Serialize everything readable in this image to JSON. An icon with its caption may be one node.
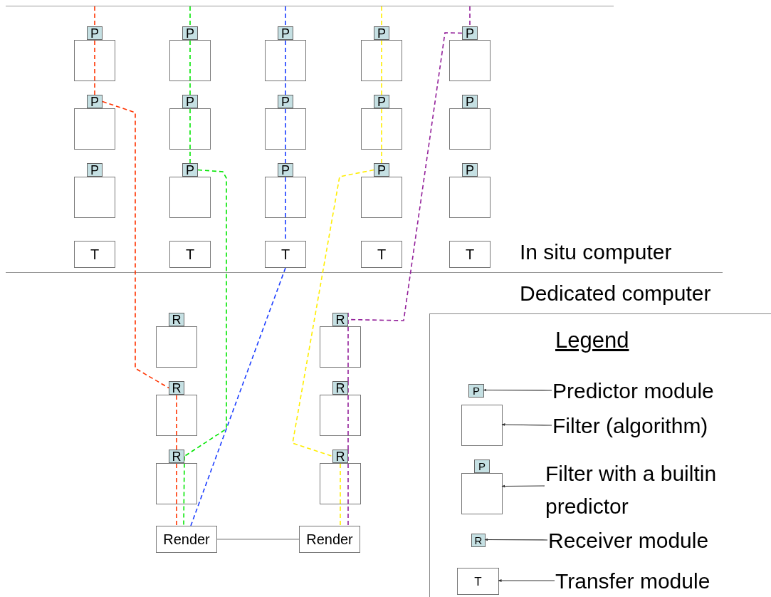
{
  "diagram": {
    "nodes": [
      {
        "text": [
          "P"
        ]
      },
      {
        "text": [
          "P"
        ]
      },
      {
        "text": [
          "P"
        ]
      },
      {
        "text": [
          "P"
        ]
      },
      {
        "text": [
          "P"
        ]
      },
      {
        "text": [
          "P"
        ]
      },
      {
        "text": [
          "P"
        ]
      },
      {
        "text": [
          "P"
        ]
      },
      {
        "text": [
          "P"
        ]
      },
      {
        "text": [
          "P"
        ]
      },
      {
        "text": [
          "P"
        ]
      },
      {
        "text": [
          "P"
        ]
      },
      {
        "text": [
          "P"
        ]
      },
      {
        "text": [
          "P"
        ]
      },
      {
        "text": [
          "P"
        ]
      },
      {
        "text": [
          "T"
        ]
      },
      {
        "text": [
          "T"
        ]
      },
      {
        "text": [
          "T"
        ]
      },
      {
        "text": [
          "T"
        ]
      },
      {
        "text": [
          "T"
        ]
      },
      {
        "text": [
          "R"
        ]
      },
      {
        "text": [
          "R"
        ]
      },
      {
        "text": [
          "R"
        ]
      },
      {
        "text": [
          "R"
        ]
      },
      {
        "text": [
          "R"
        ]
      },
      {
        "text": [
          "R"
        ]
      },
      {
        "text": [
          "Render"
        ]
      },
      {
        "text": [
          "Render"
        ]
      },
      {
        "text": [
          "Legend"
        ]
      },
      {
        "text": [
          "P"
        ],
        "in": 28
      },
      {
        "text": [
          "Predictor module"
        ],
        "in": 28
      },
      {
        "text": [],
        "shape": "box",
        "in": 28
      },
      {
        "text": [
          "Filter (algorithm)"
        ],
        "in": 28
      },
      {
        "text": [
          "P"
        ],
        "in": 28
      },
      {
        "text": [
          "Filter with a builtin predictor"
        ],
        "in": 28
      },
      {
        "text": [
          "R"
        ],
        "in": 28
      },
      {
        "text": [
          "Receiver module"
        ],
        "in": 28
      },
      {
        "text": [
          "T"
        ],
        "in": 28
      },
      {
        "text": [
          "Transfer module"
        ],
        "in": 28
      }
    ],
    "edges": [
      {
        "from": null,
        "to": 0,
        "arrow": "none",
        "style": "dashed",
        "color": "#ff3300"
      },
      {
        "from": 0,
        "to": 5,
        "arrow": "none",
        "style": "dashed",
        "color": "#ff3300"
      },
      {
        "from": 5,
        "to": 22,
        "arrow": "none",
        "style": "dashed",
        "color": "#ff3300"
      },
      {
        "from": 22,
        "to": 24,
        "arrow": "none",
        "style": "dashed",
        "color": "#ff3300"
      },
      {
        "from": 24,
        "to": 26,
        "arrow": "none",
        "style": "dashed",
        "color": "#ff3300"
      },
      {
        "from": null,
        "to": 1,
        "arrow": "none",
        "style": "dashed",
        "color": "#00e600"
      },
      {
        "from": 1,
        "to": 6,
        "arrow": "none",
        "style": "dashed",
        "color": "#00e600"
      },
      {
        "from": 6,
        "to": 11,
        "arrow": "none",
        "style": "dashed",
        "color": "#00e600"
      },
      {
        "from": 11,
        "to": 24,
        "arrow": "none",
        "style": "dashed",
        "color": "#00e600"
      },
      {
        "from": 24,
        "to": 26,
        "arrow": "none",
        "style": "dashed",
        "color": "#00e600"
      },
      {
        "from": null,
        "to": 2,
        "arrow": "none",
        "style": "dashed",
        "color": "#1a3cff"
      },
      {
        "from": 2,
        "to": 7,
        "arrow": "none",
        "style": "dashed",
        "color": "#1a3cff"
      },
      {
        "from": 7,
        "to": 12,
        "arrow": "none",
        "style": "dashed",
        "color": "#1a3cff"
      },
      {
        "from": 12,
        "to": 17,
        "arrow": "none",
        "style": "dashed",
        "color": "#1a3cff"
      },
      {
        "from": 17,
        "to": 26,
        "arrow": "none",
        "style": "dashed",
        "color": "#1a3cff"
      },
      {
        "from": null,
        "to": 3,
        "arrow": "none",
        "style": "dashed",
        "color": "#ffee00"
      },
      {
        "from": 3,
        "to": 8,
        "arrow": "none",
        "style": "dashed",
        "color": "#ffee00"
      },
      {
        "from": 8,
        "to": 13,
        "arrow": "none",
        "style": "dashed",
        "color": "#ffee00"
      },
      {
        "from": 13,
        "to": 25,
        "arrow": "none",
        "style": "dashed",
        "color": "#ffee00"
      },
      {
        "from": 25,
        "to": 27,
        "arrow": "none",
        "style": "dashed",
        "color": "#ffee00"
      },
      {
        "from": null,
        "to": 4,
        "arrow": "none",
        "style": "dashed",
        "color": "#93209a"
      },
      {
        "from": 4,
        "to": 21,
        "arrow": "none",
        "style": "dashed",
        "color": "#93209a"
      },
      {
        "from": 21,
        "to": 23,
        "arrow": "none",
        "style": "dashed",
        "color": "#93209a"
      },
      {
        "from": 23,
        "to": 25,
        "arrow": "none",
        "style": "dashed",
        "color": "#93209a"
      },
      {
        "from": 25,
        "to": 27,
        "arrow": "none",
        "style": "dashed",
        "color": "#93209a"
      },
      {
        "from": 26,
        "to": 27,
        "arrow": "none",
        "color": "#777777"
      },
      {
        "from": 30,
        "to": 29,
        "arrow": "to",
        "color": "#333333"
      },
      {
        "from": 32,
        "to": 31,
        "arrow": "to",
        "color": "#333333"
      },
      {
        "from": 34,
        "to": 33,
        "arrow": "to",
        "color": "#333333"
      },
      {
        "from": 36,
        "to": 35,
        "arrow": "to",
        "color": "#333333"
      },
      {
        "from": 38,
        "to": 37,
        "arrow": "to",
        "color": "#333333"
      }
    ],
    "labels": [
      "In situ computer",
      "Dedicated computer"
    ]
  }
}
